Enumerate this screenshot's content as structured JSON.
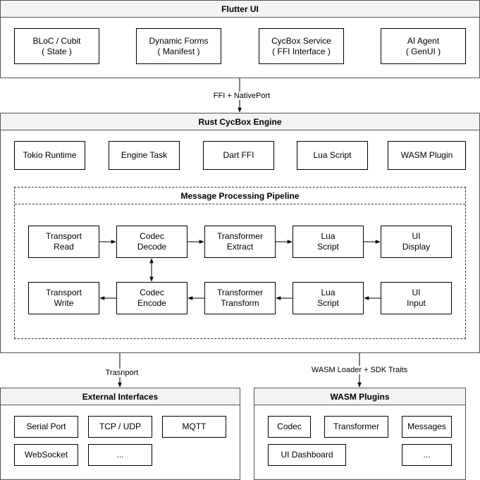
{
  "flutter_ui": {
    "title": "Flutter UI",
    "bloc": {
      "line1": "BLoC / Cubit",
      "line2": "( State )"
    },
    "forms": {
      "line1": "Dynamic Forms",
      "line2": "( Manifest )"
    },
    "service": {
      "line1": "CycBox Service",
      "line2": "( FFI Interface )"
    },
    "agent": {
      "line1": "AI Agent",
      "line2": "( GenUI )"
    }
  },
  "connectors": {
    "ffi": "FFI + NativePort",
    "transport": "Trasnport",
    "wasm": "WASM Loader + SDK Traits"
  },
  "engine": {
    "title": "Rust CycBox Engine",
    "tokio": "Tokio Runtime",
    "engine_task": "Engine Task",
    "dart_ffi": "Dart FFI",
    "lua_script": "Lua Script",
    "wasm_plugin": "WASM Plugin"
  },
  "pipeline": {
    "title": "Message Processing Pipeline",
    "transport_read": {
      "line1": "Transport",
      "line2": "Read"
    },
    "codec_decode": {
      "line1": "Codec",
      "line2": "Decode"
    },
    "transformer_extract": {
      "line1": "Transformer",
      "line2": "Extract"
    },
    "lua_top": {
      "line1": "Lua",
      "line2": "Script"
    },
    "ui_display": {
      "line1": "UI",
      "line2": "Display"
    },
    "transport_write": {
      "line1": "Transport",
      "line2": "Write"
    },
    "codec_encode": {
      "line1": "Codec",
      "line2": "Encode"
    },
    "transformer_transform": {
      "line1": "Transformer",
      "line2": "Transform"
    },
    "lua_bottom": {
      "line1": "Lua",
      "line2": "Script"
    },
    "ui_input": {
      "line1": "UI",
      "line2": "Input"
    }
  },
  "external": {
    "title": "External Interfaces",
    "serial": "Serial Port",
    "tcp": "TCP / UDP",
    "mqtt": "MQTT",
    "websocket": "WebSocket",
    "more": "..."
  },
  "wasm_plugins": {
    "title": "WASM Plugins",
    "codec": "Codec",
    "transformer": "Transformer",
    "messages": "Messages",
    "dashboard": "UI Dashboard",
    "more": "..."
  }
}
